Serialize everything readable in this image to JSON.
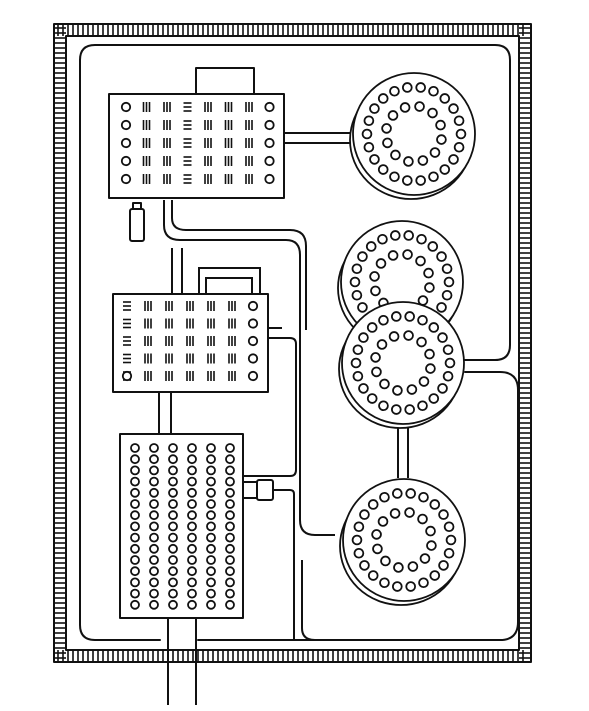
{
  "colors": {
    "line": "#111111",
    "background": "#ffffff"
  },
  "diagram": {
    "board": {
      "name": "circuit-board"
    },
    "modules": [
      {
        "id": "module-1",
        "pattern": "mixed-grid"
      },
      {
        "id": "module-2",
        "pattern": "mixed-grid"
      },
      {
        "id": "module-3",
        "pattern": "dot-matrix"
      }
    ],
    "discs": [
      {
        "id": "disc-1"
      },
      {
        "id": "disc-2"
      },
      {
        "id": "disc-3"
      },
      {
        "id": "disc-4"
      }
    ],
    "components": [
      "capacitor-component",
      "connector-plug",
      "top-chip",
      "middle-chip"
    ]
  }
}
